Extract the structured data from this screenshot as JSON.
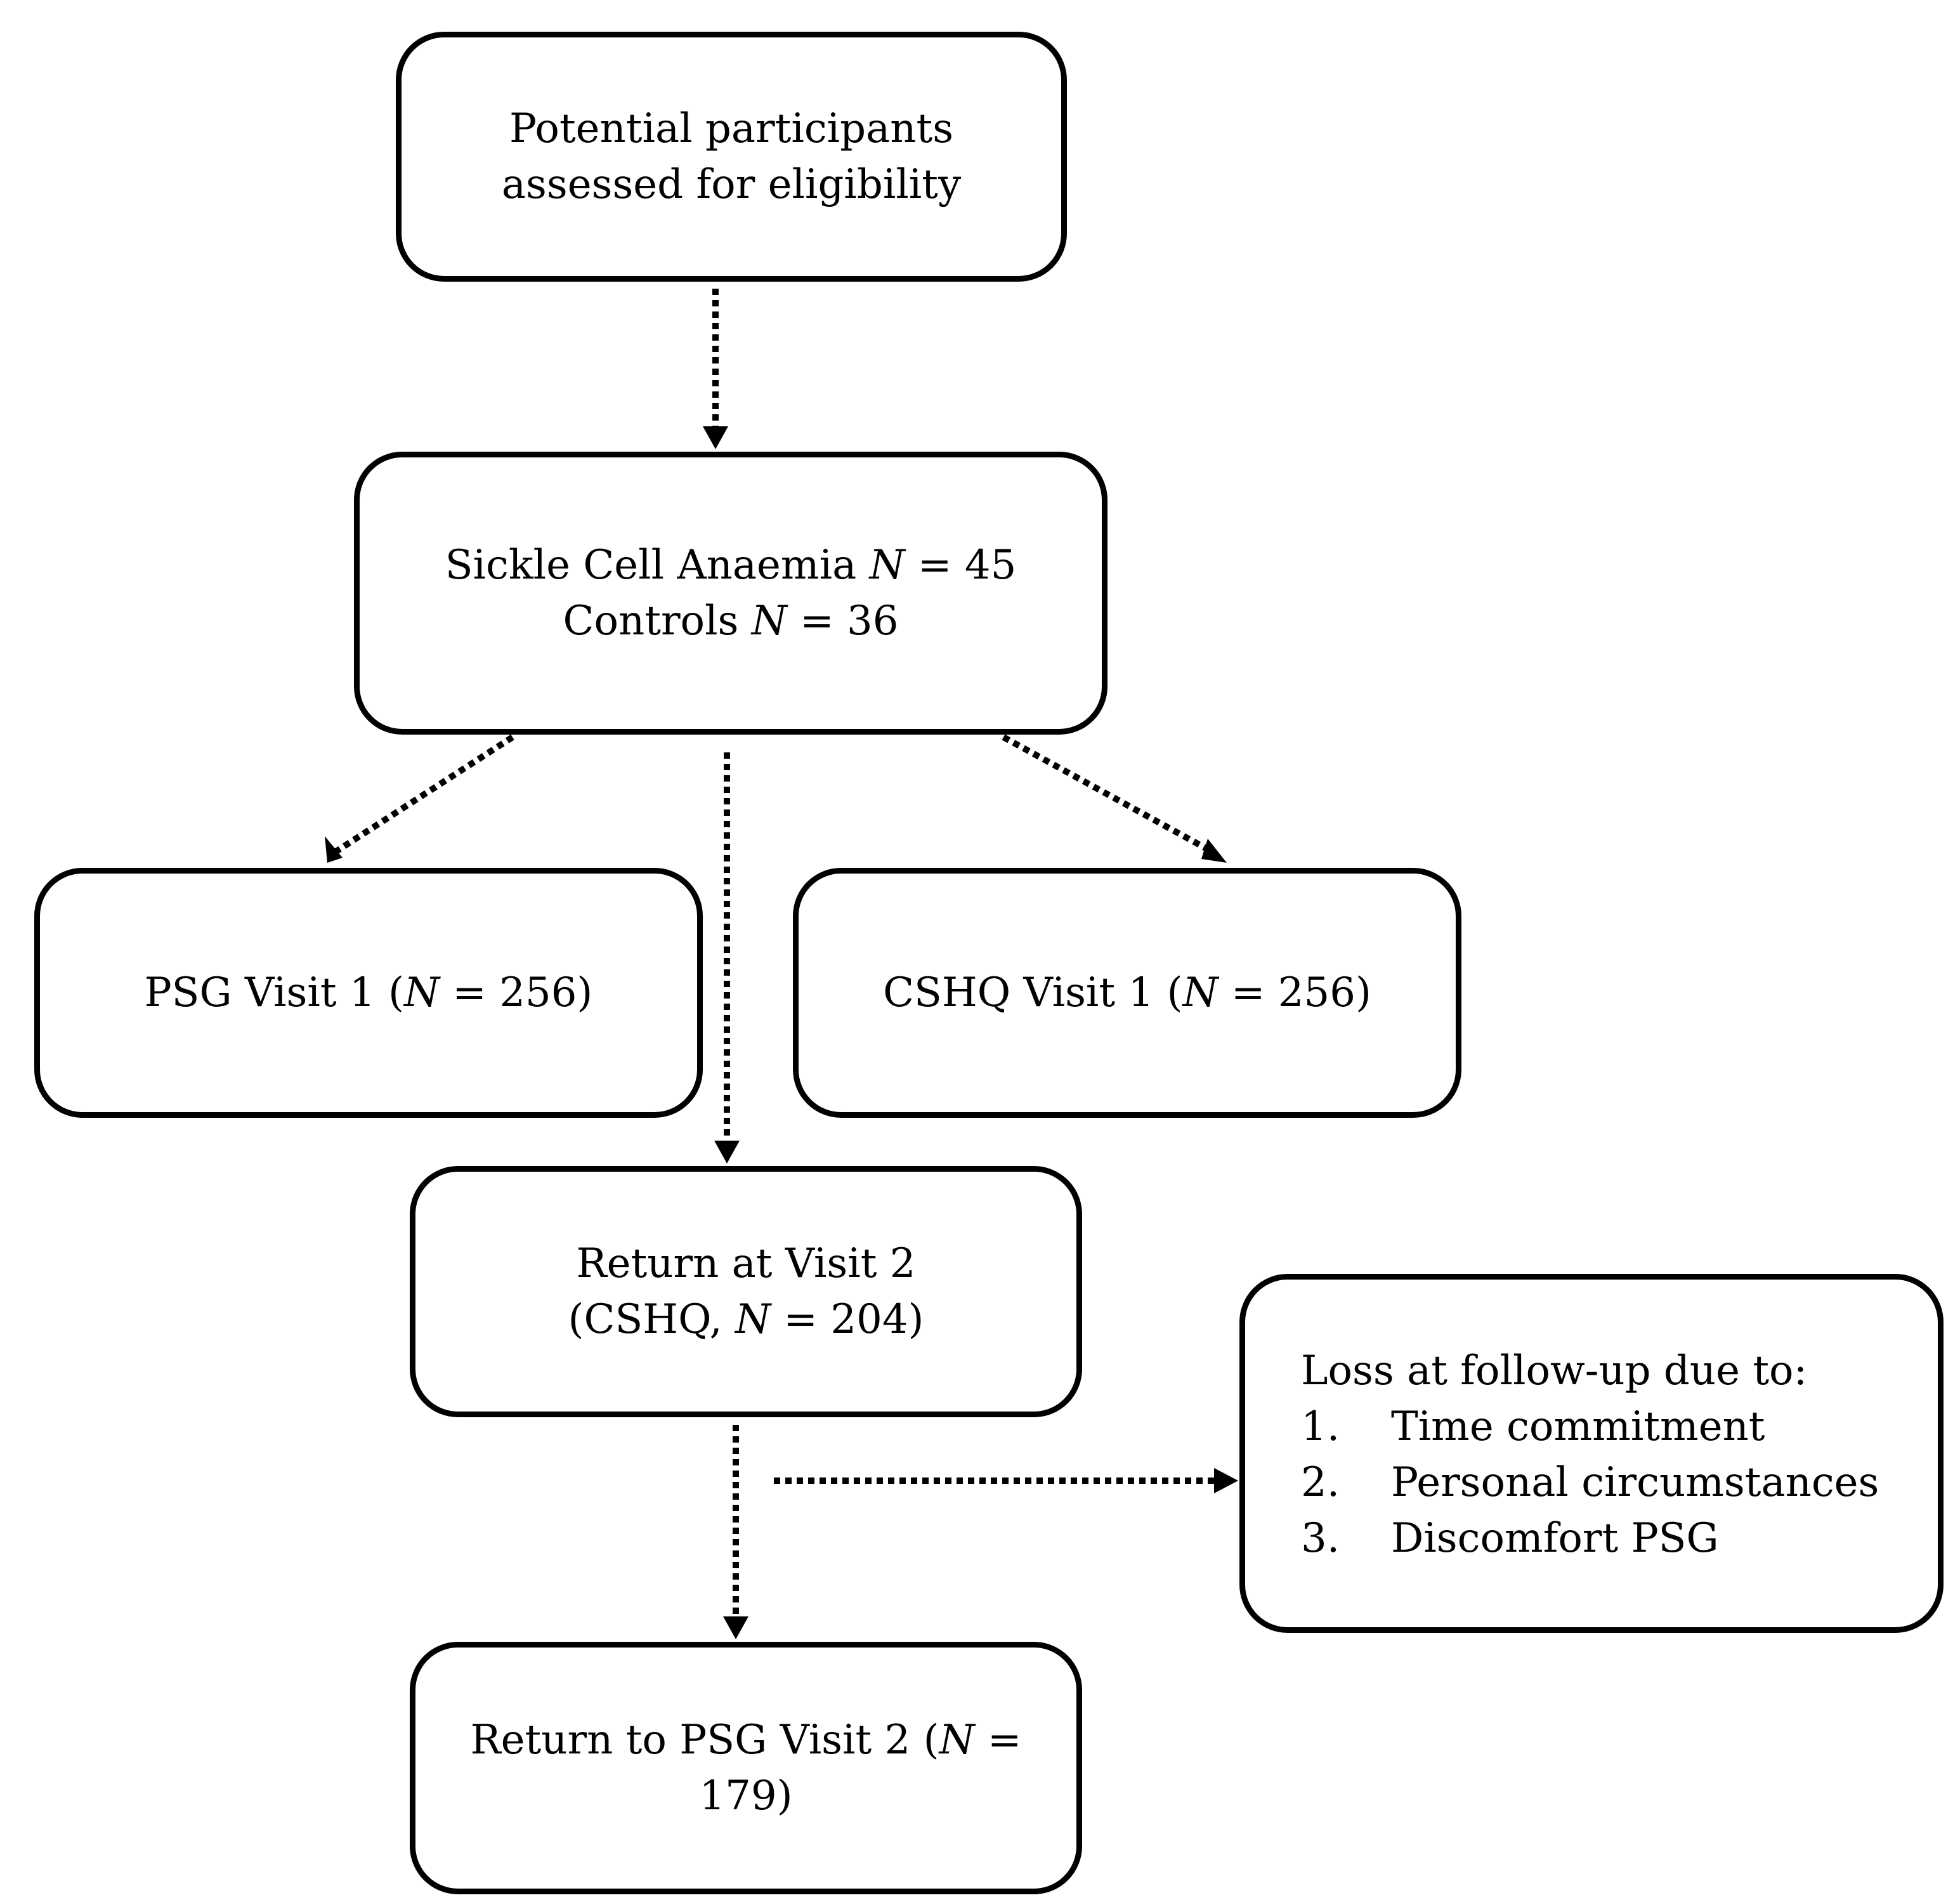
{
  "nodes": {
    "eligibility": {
      "line1": "Potential participants",
      "line2": "assessed for eligibility"
    },
    "enrolled": {
      "line1_pre": "Sickle Cell Anaemia ",
      "line1_n": "N",
      "line1_post": " = 45",
      "line2_pre": "Controls ",
      "line2_n": "N",
      "line2_post": " = 36"
    },
    "psg_visit1": {
      "pre": "PSG Visit 1 (",
      "n": "N",
      "post": " = 256)"
    },
    "cshq_visit1": {
      "pre": "CSHQ Visit 1 (",
      "n": "N",
      "post": " = 256)"
    },
    "visit2": {
      "line1": "Return at Visit 2",
      "line2_pre": "(CSHQ, ",
      "line2_n": "N",
      "line2_post": " = 204)"
    },
    "loss": {
      "title": "Loss at follow-up due to:",
      "items": [
        {
          "num": "1.",
          "text": "Time commitment"
        },
        {
          "num": "2.",
          "text": "Personal circumstances"
        },
        {
          "num": "3.",
          "text": "Discomfort PSG"
        }
      ]
    },
    "psg_visit2": {
      "line1_pre": "Return to PSG Visit 2 (",
      "line1_n": "N",
      "line1_post": " =",
      "line2": "179)"
    }
  },
  "colors": {
    "stroke": "#000000",
    "background": "#ffffff"
  }
}
